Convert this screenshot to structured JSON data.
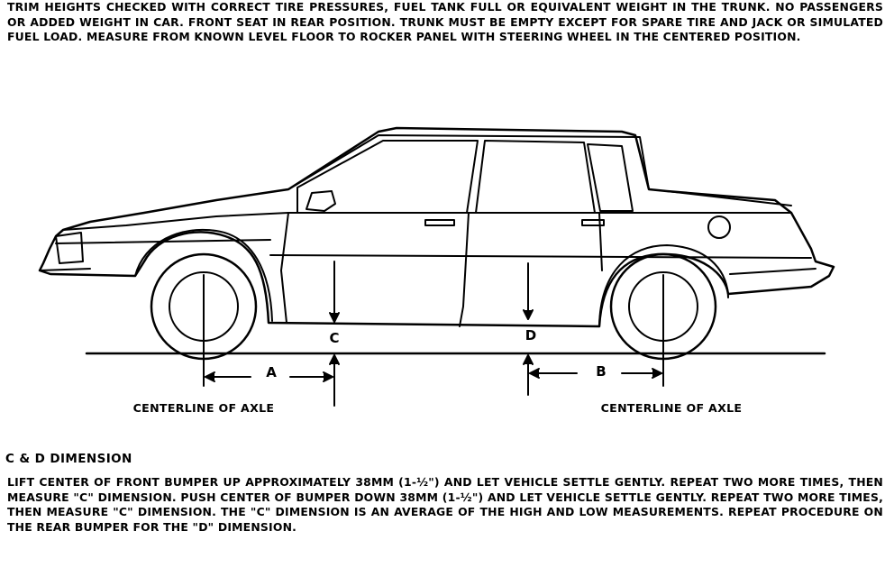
{
  "intro_text": "TRIM HEIGHTS CHECKED WITH CORRECT TIRE PRESSURES, FUEL TANK FULL OR EQUIVALENT WEIGHT IN THE TRUNK. NO PASSENGERS OR ADDED WEIGHT IN CAR. FRONT SEAT IN REAR POSITION. TRUNK MUST BE EMPTY EXCEPT FOR SPARE TIRE AND JACK OR SIMULATED FUEL LOAD. MEASURE FROM KNOWN LEVEL FLOOR TO ROCKER PANEL WITH STEERING WHEEL IN THE CENTERED POSITION.",
  "diagram": {
    "label_a": "A",
    "label_b": "B",
    "label_c": "C",
    "label_d": "D",
    "axle_label_front": "CENTERLINE OF AXLE",
    "axle_label_rear": "CENTERLINE OF AXLE"
  },
  "section": {
    "heading": "C & D DIMENSION",
    "text": "LIFT CENTER OF FRONT BUMPER UP APPROXIMATELY 38mm (1-½\") AND LET VEHICLE SETTLE GENTLY. REPEAT TWO MORE TIMES, THEN MEASURE \"C\" DIMENSION. PUSH CENTER OF BUMPER DOWN 38mm (1-½\") AND LET VEHICLE SETTLE GENTLY. REPEAT TWO MORE TIMES, THEN MEASURE \"C\" DIMENSION. THE \"C\" DIMENSION IS AN AVERAGE OF THE HIGH AND LOW MEASUREMENTS. REPEAT PROCEDURE ON THE REAR BUMPER FOR THE \"D\" DIMENSION."
  }
}
